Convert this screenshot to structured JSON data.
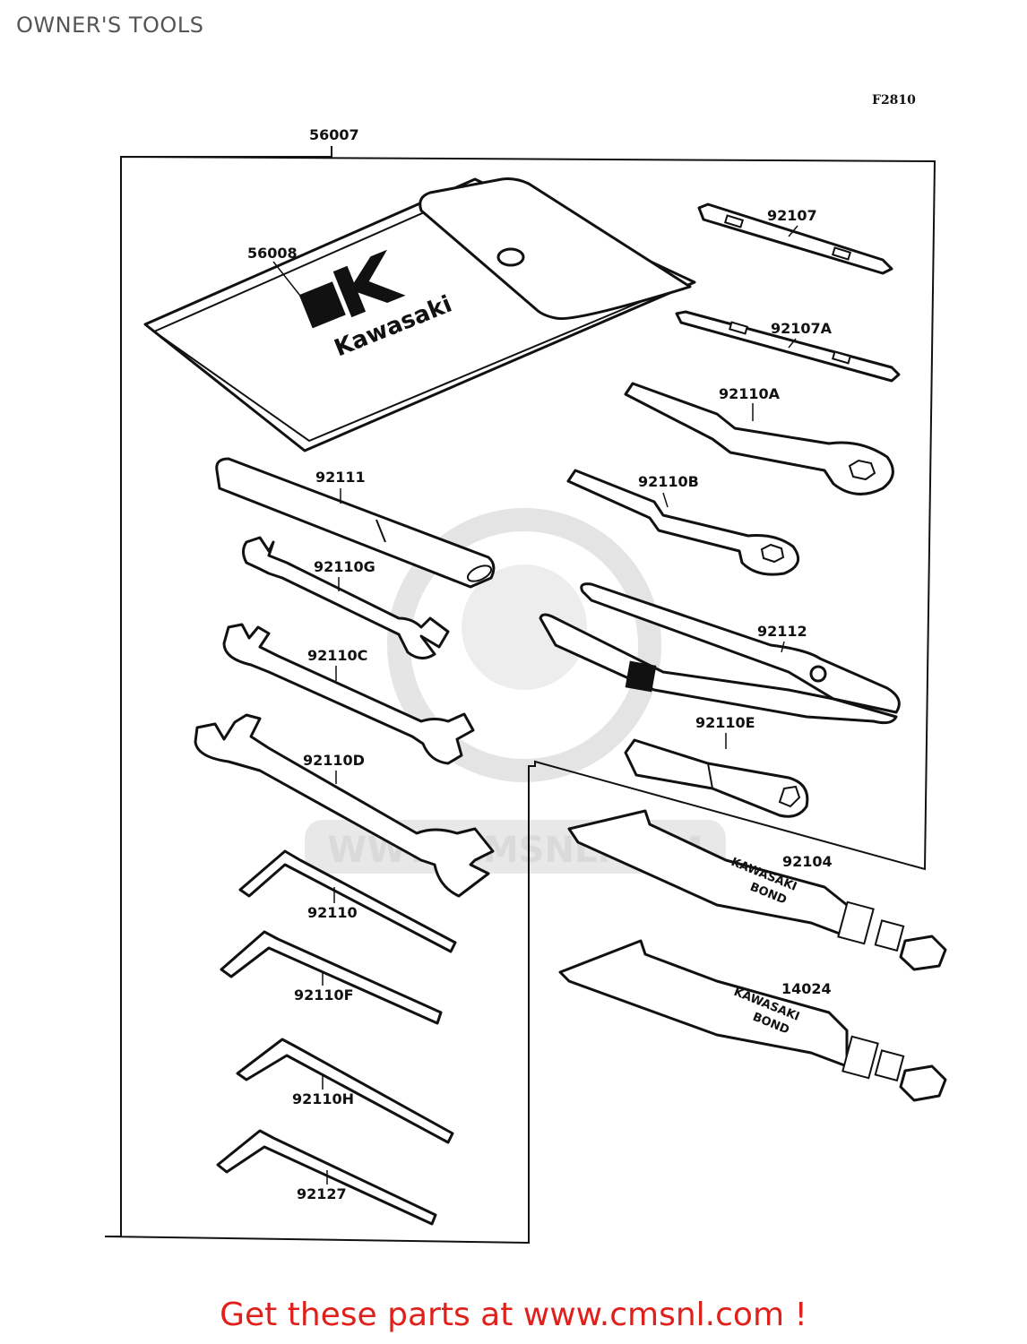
{
  "page": {
    "title": "OWNER'S TOOLS"
  },
  "diagram": {
    "figure_code": "F2810",
    "pouch_brand": "Kawasaki",
    "bond_label_line1": "KAWASAKI",
    "bond_label_line2": "BOND",
    "watermark": "WWW.CMSNL.COM",
    "parts": {
      "p56007": "56007",
      "p56008": "56008",
      "p92107": "92107",
      "p92107A": "92107A",
      "p92110A": "92110A",
      "p92110B": "92110B",
      "p92111": "92111",
      "p92110G": "92110G",
      "p92110C": "92110C",
      "p92110D": "92110D",
      "p92112": "92112",
      "p92110E": "92110E",
      "p92104": "92104",
      "p14024": "14024",
      "p92110": "92110",
      "p92110F": "92110F",
      "p92110H": "92110H",
      "p92127": "92127"
    }
  },
  "footer": {
    "promo": "Get these parts at www.cmsnl.com !"
  },
  "colors": {
    "promo": "#e0201b",
    "title": "#555555",
    "line": "#111111"
  }
}
